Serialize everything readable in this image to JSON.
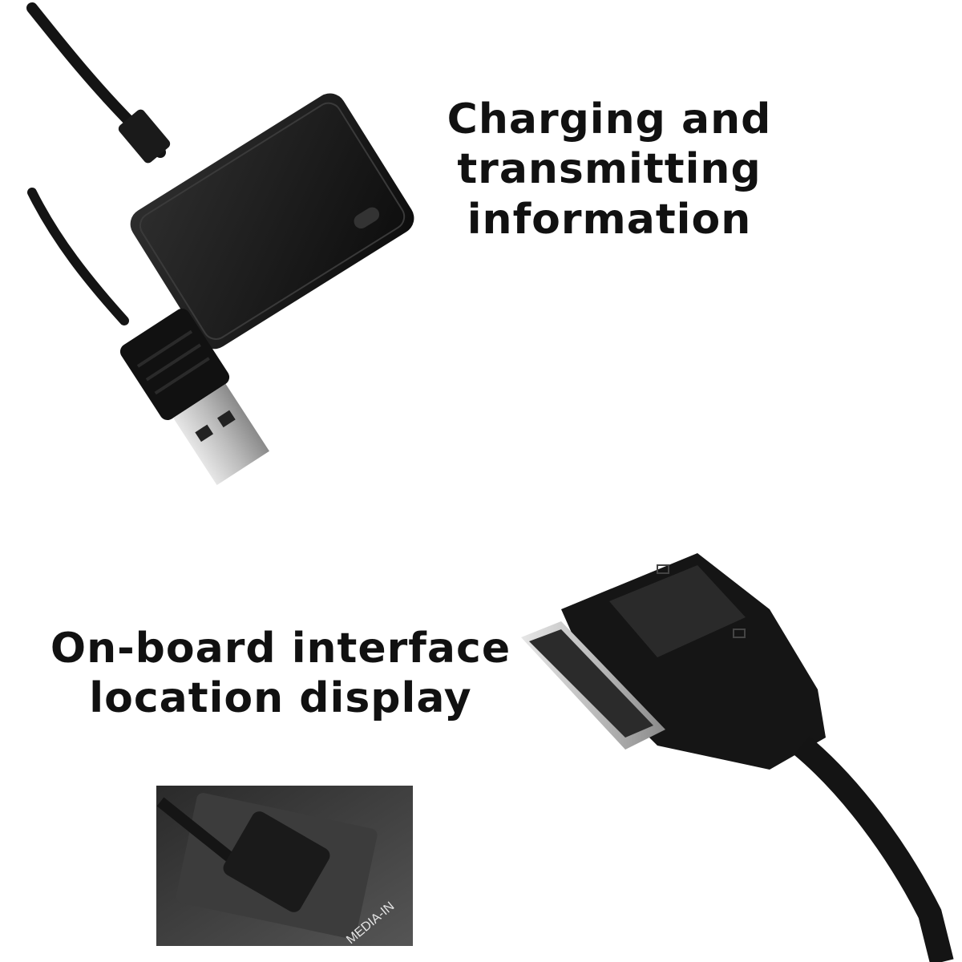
{
  "captions": {
    "top": {
      "line1": "Charging and transmitting",
      "line2": "information"
    },
    "bottom": {
      "line1": "On-board interface",
      "line2": "location display"
    }
  },
  "inset": {
    "label": "MEDIA-IN"
  },
  "colors": {
    "background": "#ffffff",
    "text": "#111111",
    "device": "#1c1c1c",
    "cable": "#141414"
  }
}
